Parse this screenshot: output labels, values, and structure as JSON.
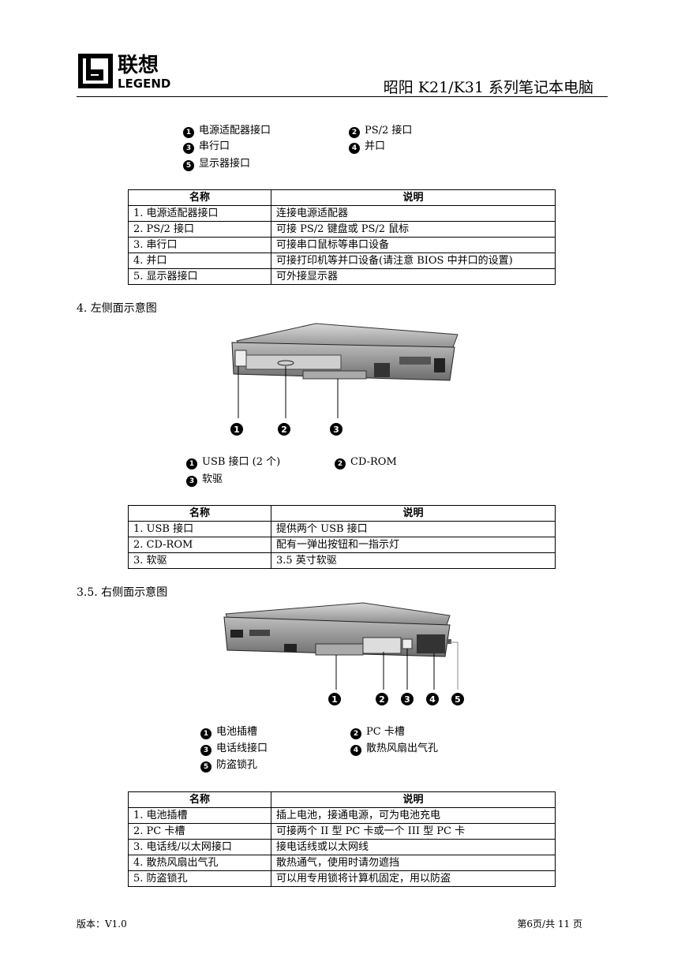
{
  "header": {
    "logo_cn": "联想",
    "logo_en": "LEGEND",
    "title": "昭阳 K21/K31 系列笔记本电脑"
  },
  "rear_legend": [
    {
      "num": "❶",
      "label": "电源适配器接口"
    },
    {
      "num": "❷",
      "label": "PS/2 接口"
    },
    {
      "num": "❸",
      "label": "串行口"
    },
    {
      "num": "❹",
      "label": "并口"
    },
    {
      "num": "❺",
      "label": "显示器接口"
    }
  ],
  "table1": {
    "headers": [
      "名称",
      "说明"
    ],
    "rows": [
      [
        "1. 电源适配器接口",
        "连接电源适配器"
      ],
      [
        "2. PS/2 接口",
        "可接 PS/2 键盘或 PS/2 鼠标"
      ],
      [
        "3. 串行口",
        "可接串口鼠标等串口设备"
      ],
      [
        "4. 并口",
        "可接打印机等并口设备(请注意 BIOS 中并口的设置)"
      ],
      [
        "5. 显示器接口",
        "可外接显示器"
      ]
    ]
  },
  "section_left": "4. 左侧面示意图",
  "left_callouts": [
    "1",
    "2",
    "3"
  ],
  "left_legend": [
    {
      "num": "❶",
      "label": "USB 接口 (2 个)"
    },
    {
      "num": "❷",
      "label": "CD-ROM"
    },
    {
      "num": "❸",
      "label": "软驱"
    }
  ],
  "table2": {
    "headers": [
      "名称",
      "说明"
    ],
    "rows": [
      [
        "1. USB 接口",
        "提供两个 USB 接口"
      ],
      [
        "2. CD-ROM",
        "配有一弹出按钮和一指示灯"
      ],
      [
        "3. 软驱",
        "3.5 英寸软驱"
      ]
    ]
  },
  "section_right": "3.5. 右侧面示意图",
  "right_callouts": [
    "1",
    "2",
    "3",
    "4",
    "5"
  ],
  "right_legend": [
    {
      "num": "❶",
      "label": "电池插槽"
    },
    {
      "num": "❷",
      "label": "PC 卡槽"
    },
    {
      "num": "❸",
      "label": "电话线接口"
    },
    {
      "num": "❹",
      "label": "散热风扇出气孔"
    },
    {
      "num": "❺",
      "label": "防盗锁孔"
    }
  ],
  "table3": {
    "headers": [
      "名称",
      "说明"
    ],
    "rows": [
      [
        "1. 电池插槽",
        "插上电池，接通电源，可为电池充电"
      ],
      [
        "2. PC 卡槽",
        "可接两个 II 型 PC 卡或一个 III 型 PC 卡"
      ],
      [
        "3. 电话线/以太网接口",
        "接电话线或以太网线"
      ],
      [
        "4. 散热风扇出气孔",
        "散热通气，使用时请勿遮挡"
      ],
      [
        "5. 防盗锁孔",
        "可以用专用锁将计算机固定，用以防盗"
      ]
    ]
  },
  "footer": {
    "version": "版本：V1.0",
    "page": "第6页/共 11 页"
  }
}
